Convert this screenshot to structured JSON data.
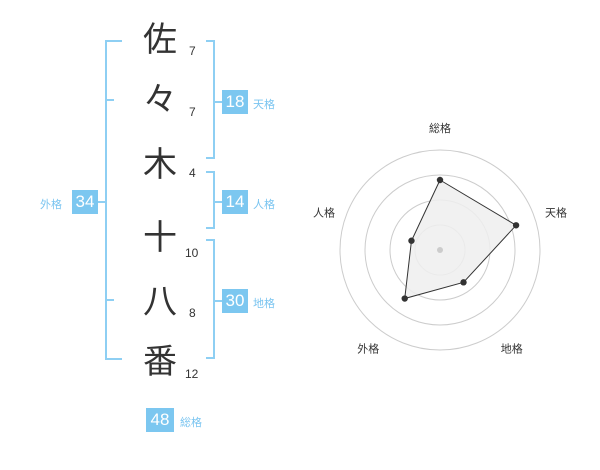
{
  "name": {
    "characters": [
      {
        "char": "佐",
        "strokes": "7"
      },
      {
        "char": "々",
        "strokes": "7"
      },
      {
        "char": "木",
        "strokes": "4"
      },
      {
        "char": "十",
        "strokes": "10"
      },
      {
        "char": "八",
        "strokes": "8"
      },
      {
        "char": "番",
        "strokes": "12"
      }
    ]
  },
  "fortunes": {
    "tenkaku": {
      "value": "18",
      "label": "天格"
    },
    "jinkaku": {
      "value": "14",
      "label": "人格"
    },
    "chikaku": {
      "value": "30",
      "label": "地格"
    },
    "gaikaku": {
      "value": "34",
      "label": "外格"
    },
    "soukaku": {
      "value": "48",
      "label": "総格"
    }
  },
  "colors": {
    "accent": "#7cc7f0",
    "bracket": "#8ecff3",
    "text": "#333333",
    "radar_fill": "#eeeeee",
    "radar_ring": "#cccccc"
  },
  "chart_data": {
    "type": "radar",
    "axes": [
      "総格",
      "天格",
      "地格",
      "外格",
      "人格"
    ],
    "values": [
      3.5,
      4,
      2,
      3,
      1.5
    ],
    "max": 5,
    "rings": 4
  }
}
